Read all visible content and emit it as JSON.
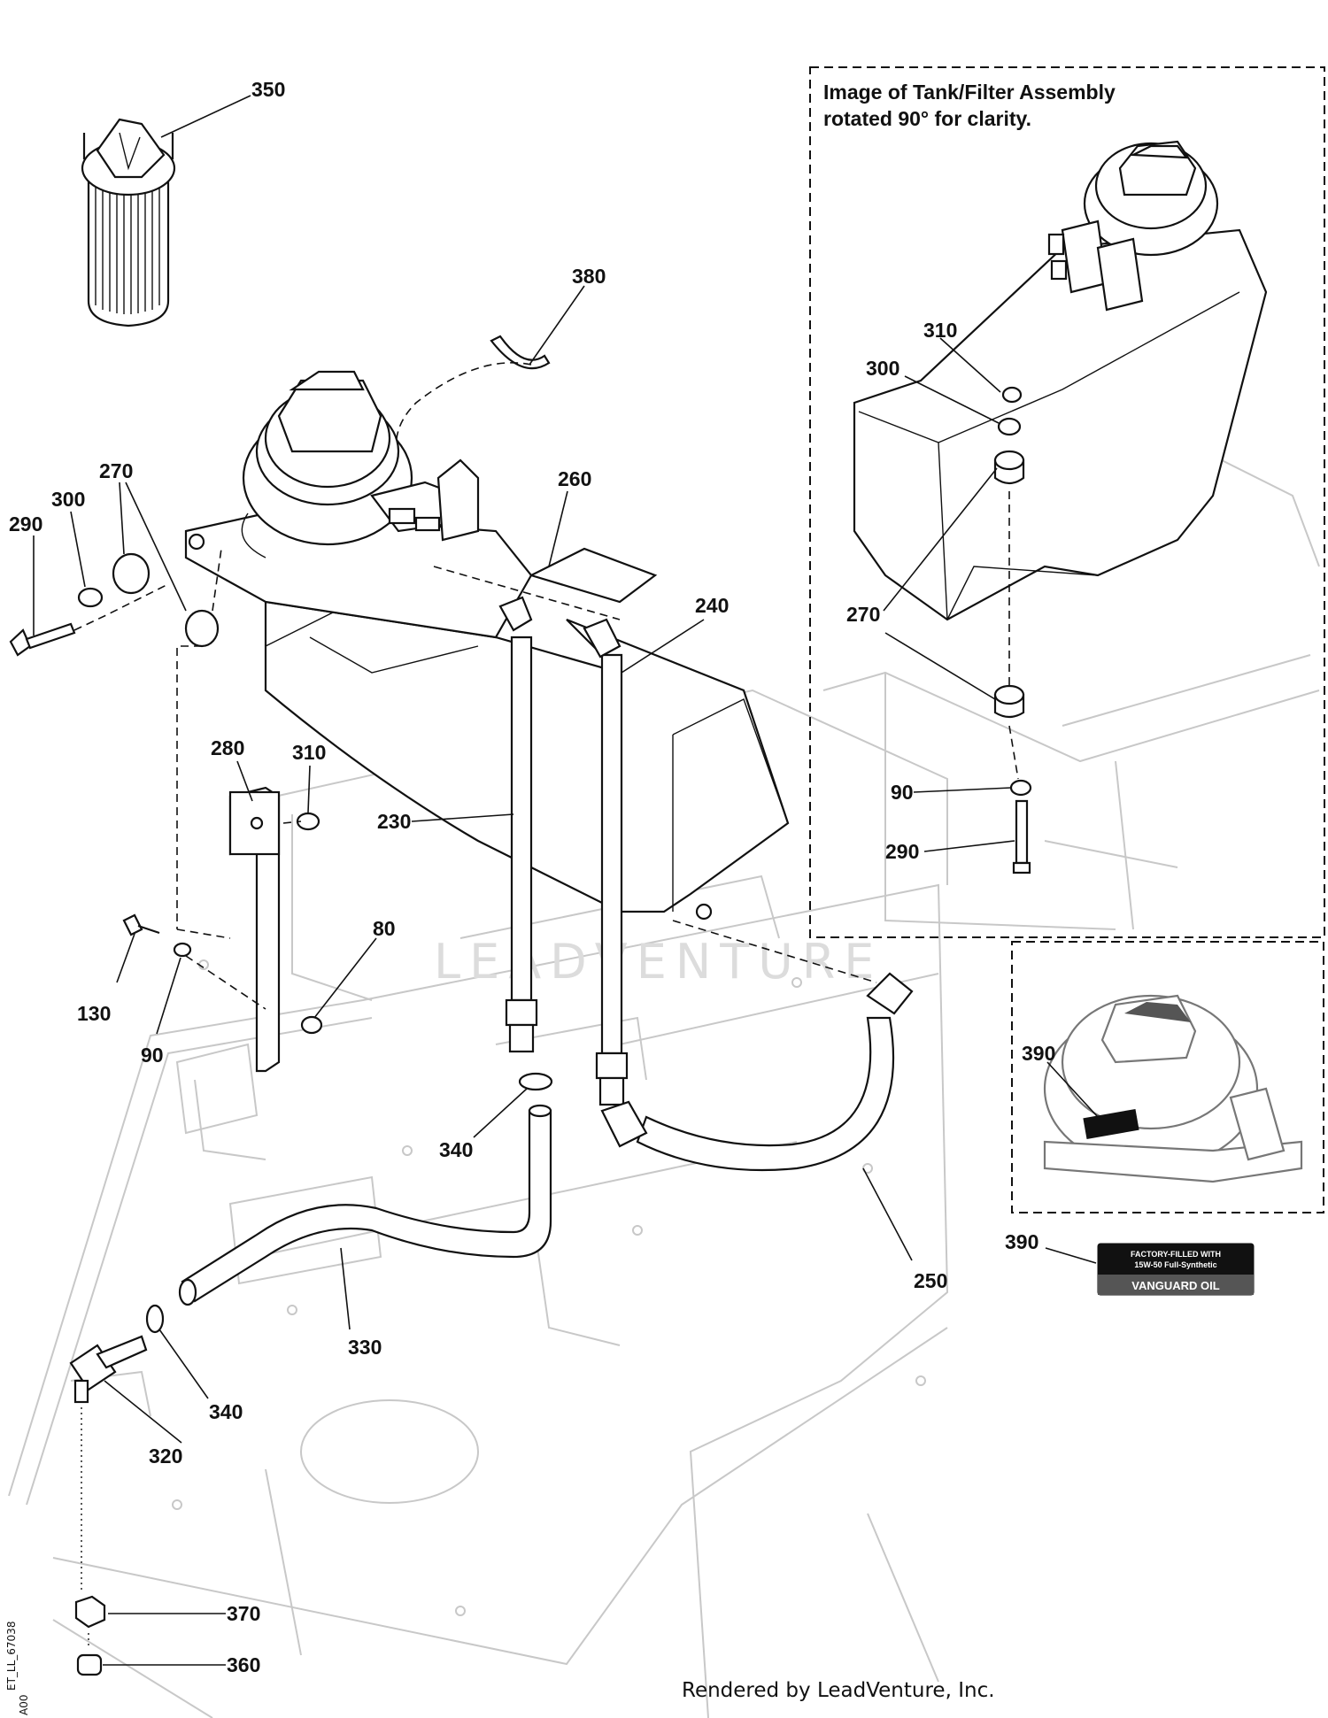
{
  "note": {
    "line1": "Image of Tank/Filter Assembly",
    "line2": "rotated 90° for clarity."
  },
  "callouts": {
    "c350": "350",
    "c380": "380",
    "c270a": "270",
    "c300a": "300",
    "c290a": "290",
    "c260": "260",
    "c240": "240",
    "c280": "280",
    "c310a": "310",
    "c230": "230",
    "c80": "80",
    "c130": "130",
    "c90a": "90",
    "c340a": "340",
    "c330": "330",
    "c340b": "340",
    "c320": "320",
    "c250": "250",
    "c370": "370",
    "c360": "360",
    "c310b": "310",
    "c300b": "300",
    "c270b": "270",
    "c90b": "90",
    "c290b": "290",
    "c390a": "390",
    "c390b": "390"
  },
  "oil_label": {
    "line1": "FACTORY-FILLED WITH",
    "line2": "15W-50 Full-Synthetic",
    "brand": "VANGUARD OIL"
  },
  "watermark": "LEADVENTURE",
  "footer": "Rendered by LeadVenture, Inc.",
  "drawing_code": "ET_LL_67038",
  "revision": "A00"
}
